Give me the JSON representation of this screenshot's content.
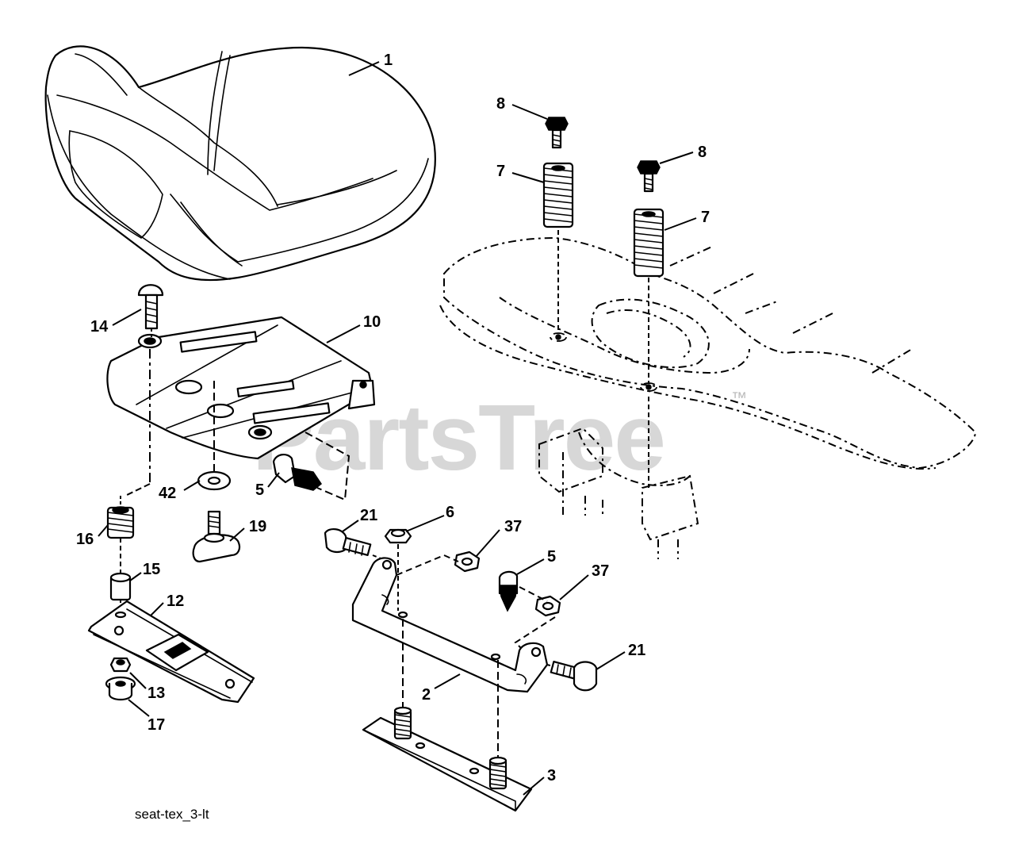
{
  "diagram": {
    "caption": "seat-tex_3-lt",
    "watermark": "PartsTree",
    "trademark": "™",
    "callouts": [
      {
        "id": "c1",
        "label": "1"
      },
      {
        "id": "c8a",
        "label": "8"
      },
      {
        "id": "c8b",
        "label": "8"
      },
      {
        "id": "c7a",
        "label": "7"
      },
      {
        "id": "c7b",
        "label": "7"
      },
      {
        "id": "c14",
        "label": "14"
      },
      {
        "id": "c10",
        "label": "10"
      },
      {
        "id": "c42",
        "label": "42"
      },
      {
        "id": "c5a",
        "label": "5"
      },
      {
        "id": "c16",
        "label": "16"
      },
      {
        "id": "c19",
        "label": "19"
      },
      {
        "id": "c21a",
        "label": "21"
      },
      {
        "id": "c6",
        "label": "6"
      },
      {
        "id": "c37a",
        "label": "37"
      },
      {
        "id": "c5b",
        "label": "5"
      },
      {
        "id": "c37b",
        "label": "37"
      },
      {
        "id": "c15",
        "label": "15"
      },
      {
        "id": "c12",
        "label": "12"
      },
      {
        "id": "c21b",
        "label": "21"
      },
      {
        "id": "c13",
        "label": "13"
      },
      {
        "id": "c2",
        "label": "2"
      },
      {
        "id": "c17",
        "label": "17"
      },
      {
        "id": "c3",
        "label": "3"
      }
    ]
  }
}
